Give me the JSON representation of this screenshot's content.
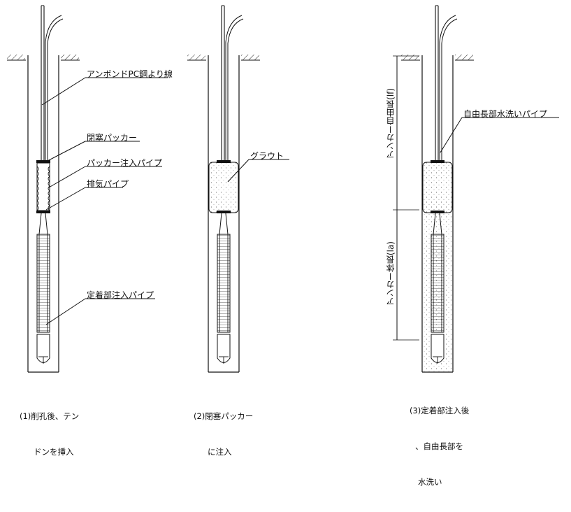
{
  "labels": {
    "unbonded_strand": "アンボンドPC鋼より線",
    "packer": "閉塞パッカー",
    "packer_pipe": "パッカー注入パイプ",
    "exhaust_pipe": "排気パイプ",
    "anchor_pipe": "定着部注入パイプ",
    "grout": "グラウト",
    "free_wash_pipe": "自由長部水洗いパイプ",
    "free_length": "アンカー自由長(lf)",
    "bond_length": "アンカー体長(la)"
  },
  "captions": {
    "step1_line1": "(1)削孔後、テン",
    "step1_line2": "ドンを挿入",
    "step2_line1": "(2)閉塞パッカー",
    "step2_line2": "に注入",
    "step3_line1": "(3)定着部注入後",
    "step3_line2": "、自由長部を",
    "step3_line3": "水洗い"
  }
}
